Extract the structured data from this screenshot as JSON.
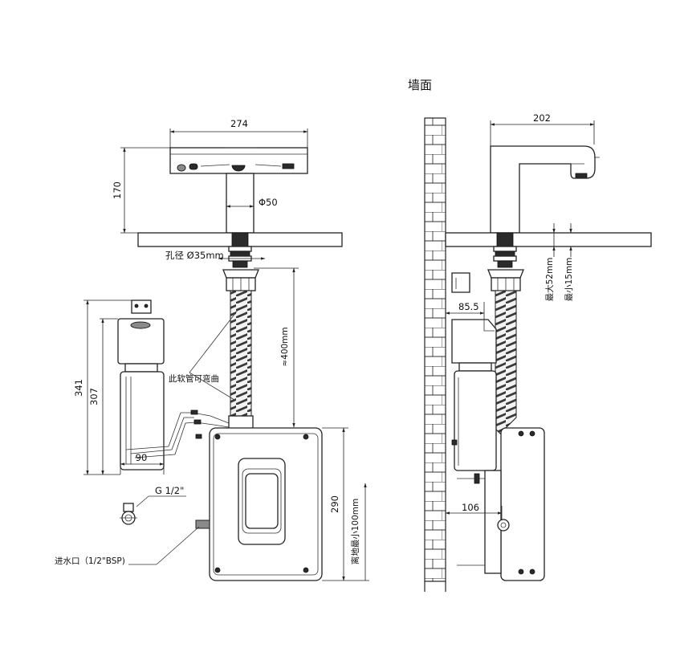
{
  "labels": {
    "wall": "墙面",
    "width_274": "274",
    "height_170": "170",
    "dia_50": "Φ50",
    "hole_dia": "孔径 Ø35mm",
    "hose_len": "≈400mm",
    "hose_note": "此软管可弯曲",
    "h_341": "341",
    "h_307": "307",
    "w_90": "90",
    "g_half": "G 1/2\"",
    "inlet": "进水口（1/2\"BSP)",
    "h_290": "290",
    "floor_min": "离地最小100mm",
    "width_202": "202",
    "max_52": "最大52mm",
    "min_15": "最小15mm",
    "d_85_5": "85.5",
    "d_106": "106"
  }
}
